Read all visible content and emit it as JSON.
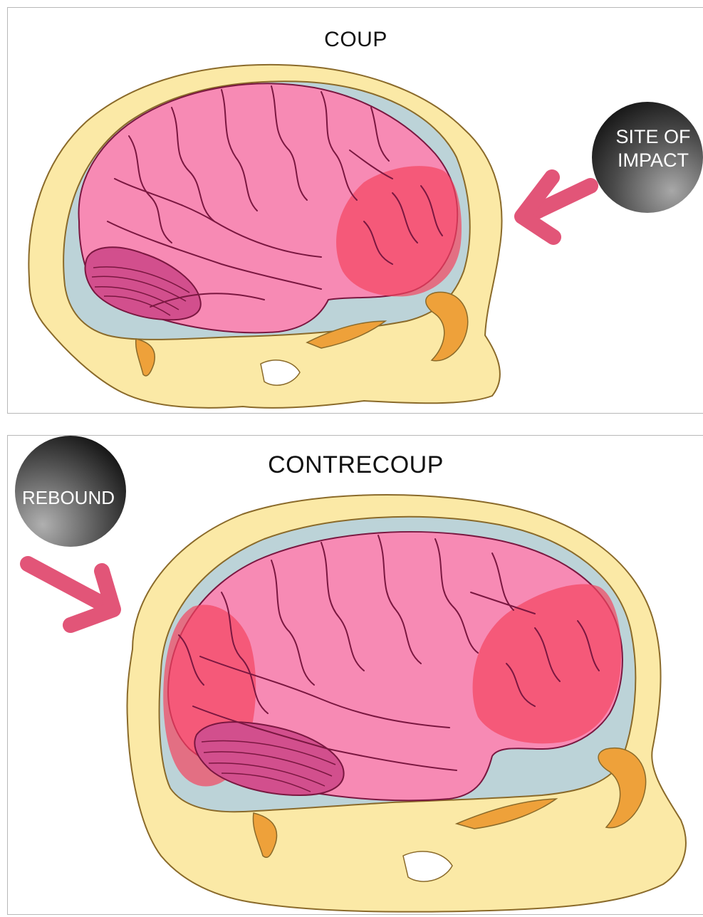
{
  "panels": {
    "coup": {
      "title": "COUP",
      "ball_label_line1": "SITE OF",
      "ball_label_line2": "IMPACT"
    },
    "contrecoup": {
      "title": "CONTRECOUP",
      "ball_label": "REBOUND"
    }
  },
  "colors": {
    "skull": "#fbe9a6",
    "skull_outline": "#8a6a2a",
    "csf": "#bcd3d8",
    "brain": "#f78ab4",
    "gyri": "#7a1740",
    "injury": "#f4455f",
    "bone_accent": "#eea13a",
    "arrow": "#e25578",
    "ball_dark": "#111111",
    "ball_light": "#9a9a9a"
  }
}
